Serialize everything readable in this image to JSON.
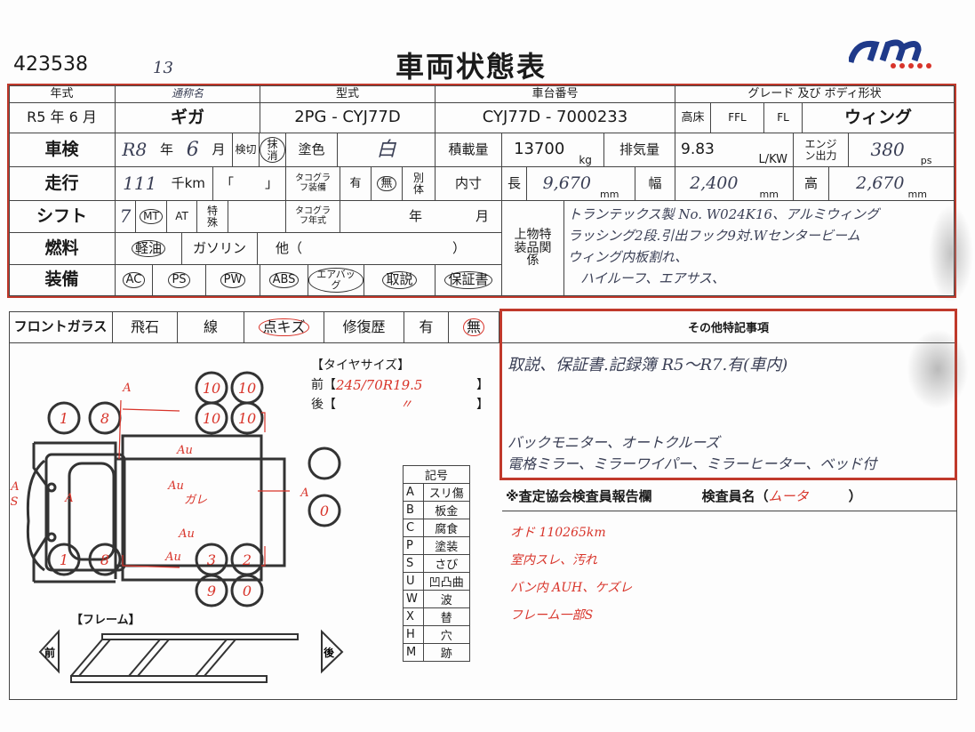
{
  "doc_id": "423538",
  "title": "車両状態表",
  "handwritten_top": "13",
  "logo_text": "UM",
  "colors": {
    "frame_red": "#c0392b",
    "red_ink": "#d8342a",
    "pencil": "#3a3f55"
  },
  "header": {
    "year_label": "年式",
    "name_note": "通称名",
    "model_label": "型式",
    "chassis_label": "車台番号",
    "grade_label": "グレード 及び ボディ形状",
    "year_value": "R5 年 6 月",
    "name_value": "ギガ",
    "model_value": "2PG - CYJ77D",
    "chassis_value": "CYJ77D - 7000233",
    "high_floor": "高床",
    "ffl": "FFL",
    "fl": "FL",
    "body": "ウィング"
  },
  "inspection": {
    "label": "車検",
    "year": "R8",
    "year_unit": "年",
    "month": "6",
    "month_unit": "月",
    "expired": "検切",
    "cancelled": "抹消",
    "color_label": "塗色",
    "color_value": "白",
    "load_label": "積載量",
    "load_value": "13700",
    "load_unit": "kg",
    "disp_label": "排気量",
    "disp_value": "9.83",
    "disp_unit": "L/KW",
    "power_label": "エンジン出力",
    "power_value": "380",
    "power_unit": "ps"
  },
  "mileage": {
    "label": "走行",
    "value": "111",
    "unit": "千km",
    "bracket_open": "「",
    "bracket_close": "」",
    "tacho_label": "タコグラフ装備",
    "yes": "有",
    "no": "無",
    "separate": "別体",
    "inner_label": "内寸",
    "length_label": "長",
    "length": "9,670",
    "width_label": "幅",
    "width": "2,400",
    "height_label": "高",
    "height": "2,670",
    "mm": "mm"
  },
  "shift": {
    "label": "シフト",
    "value": "7",
    "mt": "MT",
    "at": "AT",
    "special": "特殊",
    "tacho_year_label": "タコグラフ年式",
    "year_unit": "年",
    "month_unit": "月"
  },
  "body_equipment": {
    "label": "上物特装品関係",
    "lines": [
      "トランテックス製 No. W024K16、アルミウィング",
      "ラッシング2段.引出フック9対.Wセンタービーム",
      "ウィング内板割れ、",
      "ハイルーフ、エアサス、"
    ]
  },
  "fuel": {
    "label": "燃料",
    "diesel": "軽油",
    "gasoline": "ガソリン",
    "other": "他（",
    "other_close": "）"
  },
  "equipment": {
    "label": "装備",
    "items": [
      "AC",
      "PS",
      "PW",
      "ABS",
      "エアバッグ",
      "取説",
      "保証書"
    ]
  },
  "windshield": {
    "label": "フロントガラス",
    "items": [
      "飛石",
      "線",
      "点キズ",
      "修復歴",
      "有",
      "無"
    ]
  },
  "tire": {
    "title": "【タイヤサイズ】",
    "front_label": "前【",
    "front_value": "245/70R19.5",
    "rear_label": "後【",
    "rear_value": "〃",
    "close": "】"
  },
  "diagram": {
    "wheels": [
      "1",
      "8",
      "10",
      "10",
      "10",
      "10",
      "1",
      "8",
      "3",
      "2",
      "9",
      "0",
      "",
      "0"
    ],
    "marks": [
      "A",
      "A",
      "Au",
      "Au",
      "ガレ",
      "Au",
      "Au",
      "A",
      "A",
      "S"
    ]
  },
  "frame_label": "【フレーム】",
  "frame_front": "前",
  "frame_rear": "後",
  "legend": {
    "title": "記号",
    "rows": [
      [
        "A",
        "スリ傷"
      ],
      [
        "B",
        "板金"
      ],
      [
        "C",
        "腐食"
      ],
      [
        "P",
        "塗装"
      ],
      [
        "S",
        "さび"
      ],
      [
        "U",
        "凹凸曲"
      ],
      [
        "W",
        "波"
      ],
      [
        "X",
        "替"
      ],
      [
        "H",
        "穴"
      ],
      [
        "M",
        "跡"
      ]
    ]
  },
  "notes": {
    "title": "その他特記事項",
    "lines": [
      "取説、保証書.記録簿 R5〜R7.有(車内)",
      "バックモニター、オートクルーズ",
      "電格ミラー、ミラーワイパー、ミラーヒーター、ベッド付"
    ]
  },
  "inspector": {
    "title": "※査定協会検査員報告欄",
    "name_label": "検査員名（",
    "name_value": "ムータ",
    "close": "）",
    "lines": [
      "オド 110265km",
      "室内スレ、汚れ",
      "バン内 AUH、ケズレ",
      "フレーム一部S"
    ]
  }
}
